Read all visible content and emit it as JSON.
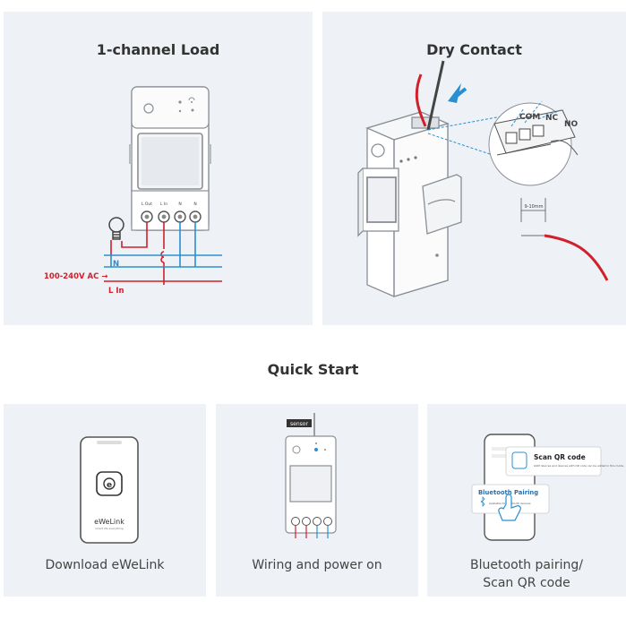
{
  "panels": {
    "load": {
      "title": "1-channel Load"
    },
    "dry": {
      "title": "Dry Contact"
    }
  },
  "load_diagram": {
    "terminals": [
      "L Out",
      "L In",
      "N",
      "N"
    ],
    "voltage_label": "100-240V AC →",
    "n_label": "N",
    "l_in_label": "L In"
  },
  "dry_diagram": {
    "com": "COM",
    "nc": "NC",
    "no": "NO",
    "strip_length": "9-10mm"
  },
  "quick_start": {
    "title": "Quick Start",
    "download": {
      "caption": "Download eWeLink",
      "app_name": "eWeLink",
      "app_tagline": "smart life everything"
    },
    "wiring": {
      "caption": "Wiring and power on",
      "sensor_label": "sensor"
    },
    "pairing": {
      "caption_line1": "Bluetooth pairing/",
      "caption_line2": "Scan QR code",
      "qr_title": "Scan QR code",
      "qr_desc": "GSM devices and devices with QR code can be added in this mode.",
      "bt_title": "Bluetooth Pairing",
      "bt_desc": "Available for Bluetooth devices"
    }
  },
  "colors": {
    "panel_bg": "#eef1f5",
    "live": "#d0202b",
    "neutral": "#2a8fd0"
  }
}
